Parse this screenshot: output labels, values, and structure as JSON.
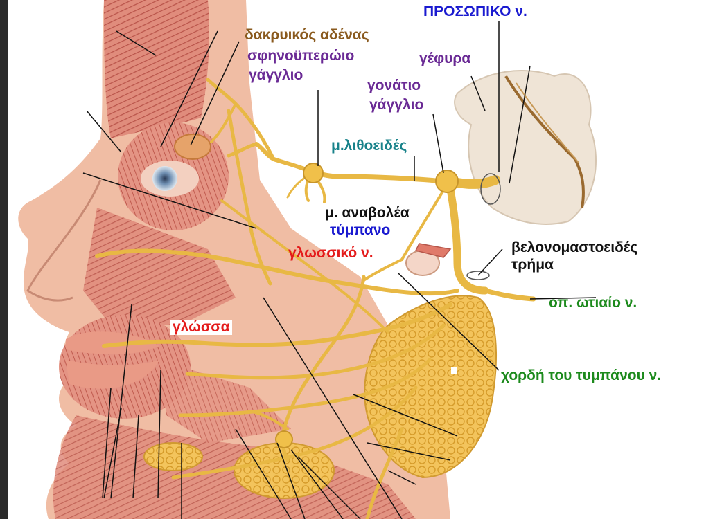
{
  "labels": {
    "facial_nerve": "ΠΡΟΣΩΠΙΚΟ ν.",
    "lacrimal_gland": "δακρυικός αδένας",
    "pterygopalatine_ganglion_1": "σφηνοϋπερώιο",
    "pterygopalatine_ganglion_2": "γάγγλιο",
    "pons": "γέφυρα",
    "geniculate_ganglion_1": "γονάτιο",
    "geniculate_ganglion_2": "γάγγλιο",
    "petrosal_nerve": "μ.λιθοειδές",
    "stapedius": "μ. αναβολέα",
    "tympanum": "τύμπανο",
    "lingual_nerve": "γλωσσικό ν.",
    "stylomastoid_1": "βελονομαστοειδές",
    "stylomastoid_2": "τρήμα",
    "posterior_auricular": "οπ. ωτιαίο ν.",
    "tongue": "γλώσσα",
    "chorda_tympani": "χορδή του τυμπάνου ν."
  },
  "colors": {
    "nerve": "#e8b844",
    "muscle": "#d9786a",
    "skin": "#f1c0a8",
    "gland": "#f0c25a",
    "brain": "#efe4d6",
    "label_brown": "#8a5a1e",
    "label_purple": "#6a2a95",
    "label_blue": "#1a1ad0",
    "label_teal": "#18828a",
    "label_red": "#e41b1b",
    "label_green": "#1c8a1c"
  }
}
